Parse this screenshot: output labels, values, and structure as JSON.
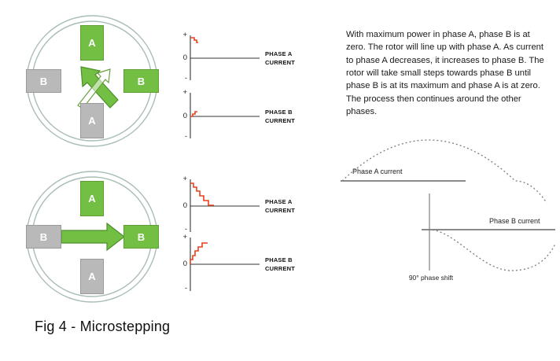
{
  "caption": "Fig 4 - Microstepping",
  "description": "With maximum power in phase A, phase B is at zero. The rotor will line up with phase A. As current to phase A decreases, it increases to phase B. The rotor will take small steps towards phase B until phase B is at its maximum and phase A is at zero. The process then continues around the other phases.",
  "motors": [
    {
      "top": "A",
      "left": "B",
      "right": "B",
      "bottom": "A"
    },
    {
      "top": "A",
      "left": "B",
      "right": "B",
      "bottom": "A"
    }
  ],
  "plots": [
    {
      "plus": "+",
      "zero": "0",
      "minus": "-",
      "label": "PHASE A CURRENT"
    },
    {
      "plus": "+",
      "zero": "0",
      "minus": "-",
      "label": "PHASE B CURRENT"
    },
    {
      "plus": "+",
      "zero": "0",
      "minus": "-",
      "label": "PHASE A CURRENT"
    },
    {
      "plus": "+",
      "zero": "0",
      "minus": "-",
      "label": "PHASE B CURRENT"
    }
  ],
  "wave": {
    "phase_a_label": "Phase A current",
    "phase_b_label": "Phase B current",
    "shift_label": "90° phase shift"
  },
  "colors": {
    "active_pole": "#72bf44",
    "inactive_pole": "#b9b9b9",
    "trace": "#e8401c",
    "ring": "#a9bdb6"
  }
}
